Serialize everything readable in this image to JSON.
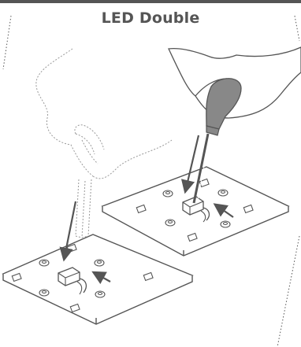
{
  "header": {
    "title": "LED Double"
  },
  "colors": {
    "line": "#555555",
    "screwdriver": "#888888",
    "arrow": "#555555",
    "ghost_hand": "#999999"
  },
  "illustration": {
    "boards": [
      "front-led-board",
      "back-led-board"
    ],
    "icons": [
      "ghost-hand-icon",
      "hand-icon",
      "screwdriver-icon",
      "connector-icon",
      "arrow-icon"
    ]
  }
}
